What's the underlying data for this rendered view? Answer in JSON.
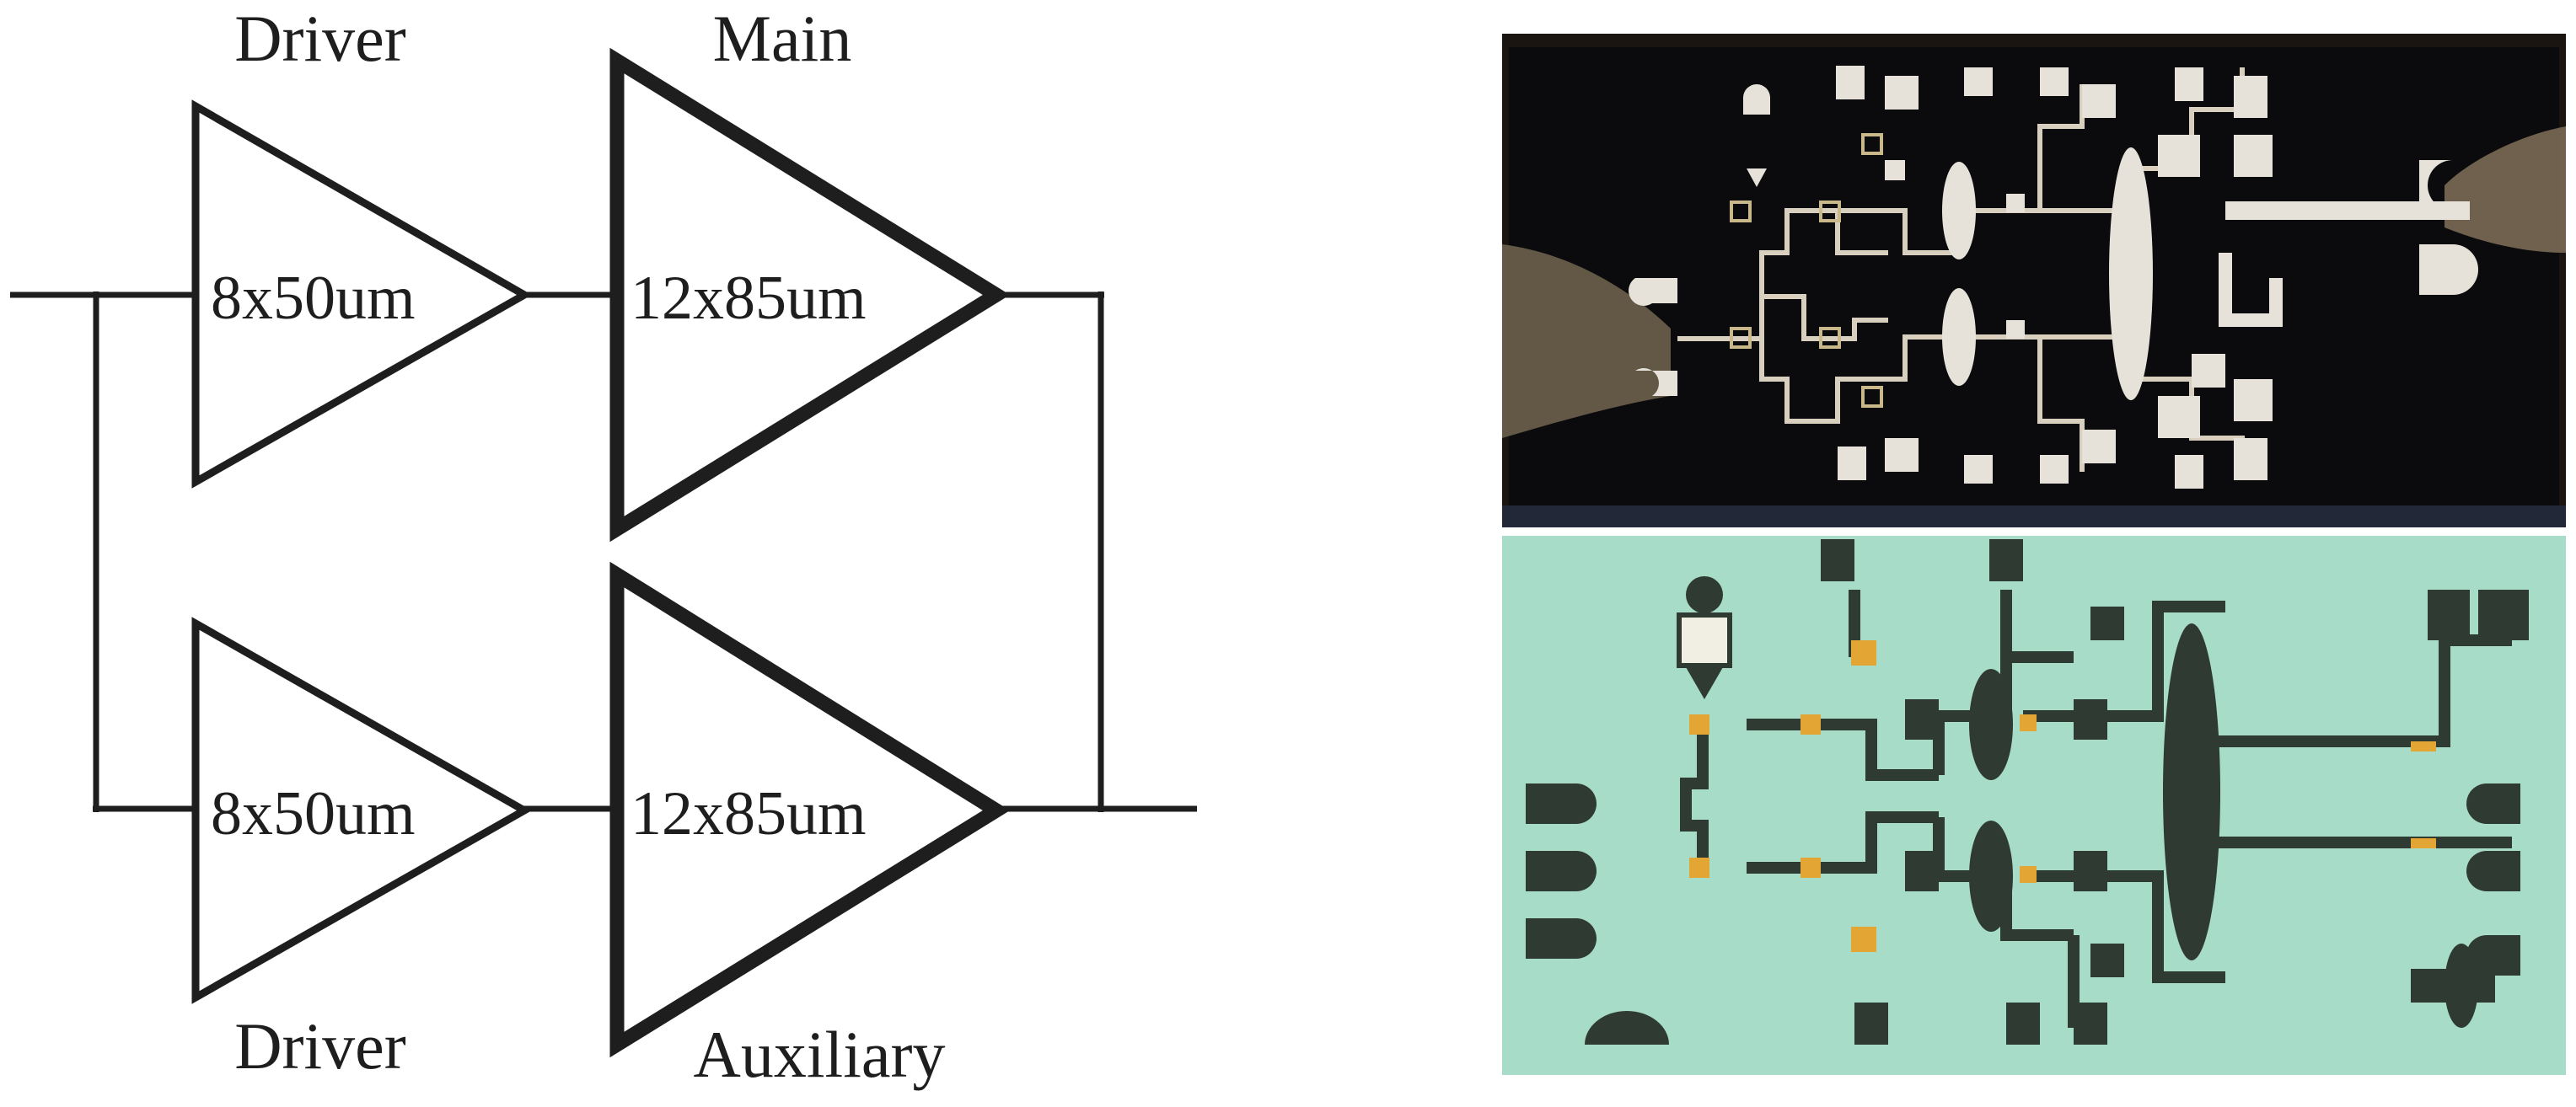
{
  "diagram": {
    "stage_labels": {
      "driver_top": "Driver",
      "main": "Main",
      "driver_bottom": "Driver",
      "auxiliary": "Auxiliary"
    },
    "amplifiers": {
      "driver_top_size": "8x50um",
      "main_size": "12x85um",
      "driver_bottom_size": "8x50um",
      "auxiliary_size": "12x85um"
    }
  },
  "photos": {
    "top": {
      "bg_color": "#0b0b0d",
      "pad_color": "#e6e2da",
      "line_color": "#d8cfbf",
      "probe_color": "#7a6a55"
    },
    "bottom": {
      "bg_color": "#a7dcc8",
      "trace_color": "#2f3a33",
      "pad_color": "#e3a635"
    }
  }
}
